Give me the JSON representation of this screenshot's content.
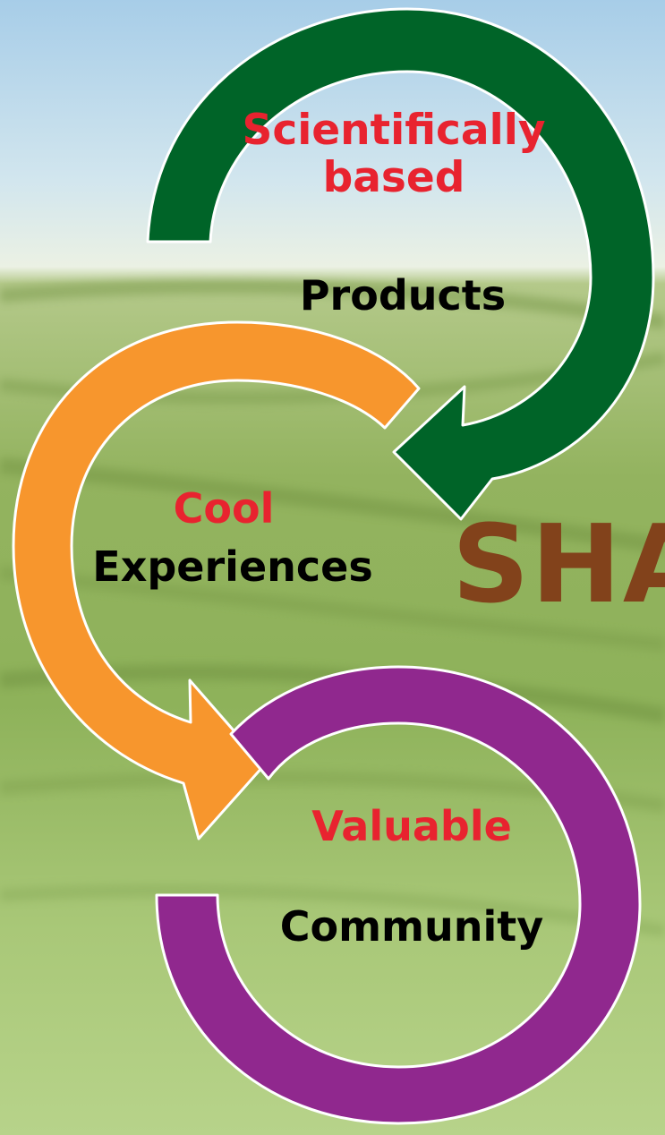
{
  "diagram": {
    "loops": [
      {
        "id": "products",
        "color": "#006428",
        "accent_label": "Scientifically\nbased",
        "label": "Products"
      },
      {
        "id": "experiences",
        "color": "#f7962d",
        "accent_label": "Cool",
        "label": "Experiences"
      },
      {
        "id": "community",
        "color": "#90288e",
        "accent_label": "Valuable",
        "label": "Community"
      }
    ],
    "side_text": "SHA",
    "colors": {
      "accent_text": "#e8232f",
      "label_text": "#000000",
      "side_text": "#82421b",
      "sky_top": "#9ec8e6",
      "field_green": "#8fb35a"
    }
  }
}
